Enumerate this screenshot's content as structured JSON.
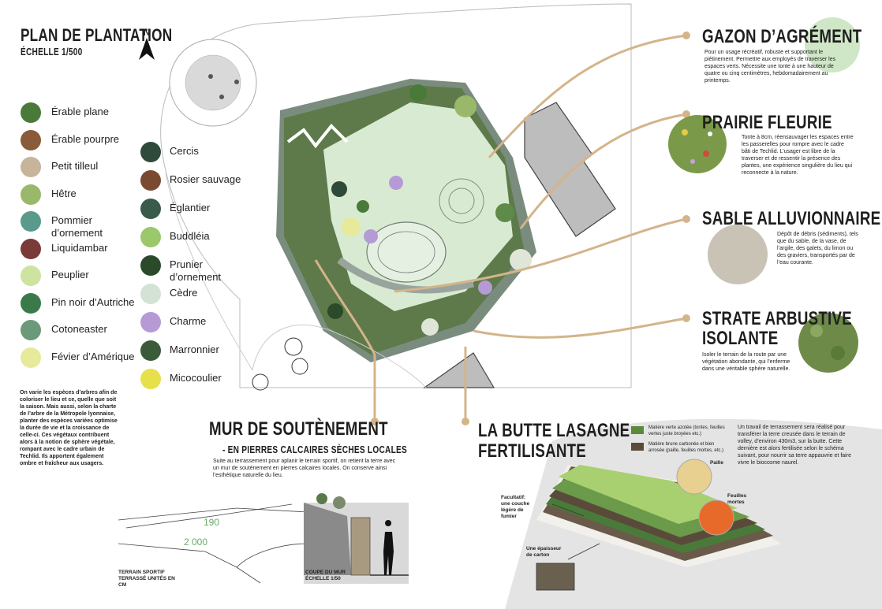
{
  "plan": {
    "title": "PLAN DE PLANTATION",
    "scale": "ÉCHELLE 1/500",
    "north_label": "N"
  },
  "legend": {
    "col1": [
      {
        "label": "Érable plane",
        "color": "#4a7a3a"
      },
      {
        "label": "Érable pourpre",
        "color": "#8a5a3a"
      },
      {
        "label": "Petit tilleul",
        "color": "#c8b49a"
      },
      {
        "label": "Hêtre",
        "color": "#9ab86a"
      },
      {
        "label": "Pommier d’ornement",
        "color": "#5a9a8a"
      },
      {
        "label": "Liquidambar",
        "color": "#7a3a3a"
      },
      {
        "label": "Peuplier",
        "color": "#cfe3a0"
      },
      {
        "label": "Pin noir d’Autriche",
        "color": "#3a7a4a"
      },
      {
        "label": "Cotoneaster",
        "color": "#6a9a7a"
      },
      {
        "label": "Févier d’Amérique",
        "color": "#e6ea9a"
      }
    ],
    "col2": [
      {
        "label": "Cercis",
        "color": "#2f4a3a"
      },
      {
        "label": "Rosier sauvage",
        "color": "#7a4a30"
      },
      {
        "label": "Églantier",
        "color": "#3a5a4a"
      },
      {
        "label": "Buddléia",
        "color": "#9ac86a"
      },
      {
        "label": "Prunier d’ornement",
        "color": "#2a4a2a"
      },
      {
        "label": "Cèdre",
        "color": "#d4e2d6"
      },
      {
        "label": "Charme",
        "color": "#b69ad6"
      },
      {
        "label": "Marronnier",
        "color": "#3a5a3a"
      },
      {
        "label": "Micocoulier",
        "color": "#e6e04a"
      }
    ],
    "note": "On varie les espèces d’arbres afin de coloriser le lieu et ce, quelle que soit la saison. Mais aussi, selon la charte de l’arbre de la Métropole lyonnaise, planter des espèces variées optimise la durée de vie et la croissance de celle-ci. Ces végétaux contribuent alors à la notion de sphère végétale, rompant avec le cadre urbain de Techlid. Ils apportent également ombre et fraîcheur aux usagers."
  },
  "sections": {
    "gazon": {
      "title": "GAZON D’AGRÉMENT",
      "text": "Pour un usage récréatif, robuste et supportant le piétinement. Permettre aux employés de traverser les espaces verts. Nécessite une tonte à une hauteur de quatre ou cinq centimètres, hebdomadairement au printemps."
    },
    "prairie": {
      "title": "PRAIRIE FLEURIE",
      "text": "Tonte à 8cm, réensauvager les espaces entre les passerelles pour rompre avec le cadre bâti de Techlid. L’usager est libre de la traverser et de ressentir la présence des plantes, une expérience singulière du lieu qui reconnecte à la nature."
    },
    "sable": {
      "title": "SABLE ALLUVIONNAIRE",
      "text": "Dépôt de débris (sédiments), tels que du sable, de la vase, de l’argile, des galets, du limon ou des graviers, transportés par de l’eau courante."
    },
    "strate": {
      "title_1": "STRATE ARBUSTIVE",
      "title_2": "ISOLANTE",
      "text": "Isoler le terrain de la route par une végétation abondante, qui l’enferme dans une véritable sphère naturelle."
    },
    "mur": {
      "title": "MUR DE SOUTÈNEMENT",
      "subtitle": "- EN PIERRES CALCAIRES SÈCHES LOCALES",
      "text": "Suite au terrassement pour aplanir le terrain sportif, on retient la terre avec un mur de soutènement en pierres calcaires locales. On conserve ainsi l’esthétique naturelle du lieu.",
      "dim_1": "190",
      "dim_2": "2 000",
      "caption_1": "TERRAIN SPORTIF TERRASSÉ UNITÉS EN CM",
      "caption_2": "COUPE DU MUR ÉCHELLE 1/50"
    },
    "butte": {
      "title_1": "LA BUTTE LASAGNE",
      "title_2": "FERTILISANTE",
      "legend_green": "Matière verte azotée (tontes, feuilles vertes juste broyées etc.)",
      "legend_brown": "Matière brune carbonée et bien arrosée (paille, feuilles mortes, etc.)",
      "text": "Un travail de terrassement sera réalisé pour transférer la terre creusée dans le terrain de volley, d’environ 430m3, sur la butte. Cette dernière est alors fertilisée selon le schéma suivant, pour nourrir sa terre appauvrie et faire vivre le biocosme naurel.",
      "label_paille": "Paille",
      "label_feuilles": "Feuilles mortes",
      "label_fumier": "Facultatif: une couche légère de fumier",
      "label_carton": "Une épaisseur de carton"
    }
  },
  "colors": {
    "accent_line": "#d4b48a",
    "lawn": "#d8ebd2",
    "dense_green": "#4a6a3a",
    "building": "#bdbdbd"
  }
}
